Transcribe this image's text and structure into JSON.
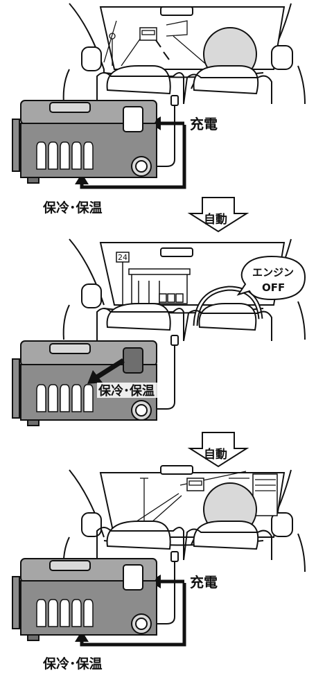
{
  "panels": [
    {
      "arrow_label": "充電",
      "cooler_label": "保冷･保温"
    },
    {
      "sign_number": "24",
      "bubble_line1": "エンジン",
      "bubble_line2": "OFF",
      "cooler_label": "保冷･保温"
    },
    {
      "arrow_label": "充電",
      "cooler_label": "保冷･保温"
    }
  ],
  "transitions": [
    {
      "label": "自動"
    },
    {
      "label": "自動"
    }
  ],
  "colors": {
    "line": "#111111",
    "cooler_body": "#8c8c8c",
    "cooler_lid": "#a6a6a6",
    "cooler_light": "#d9d9d9",
    "cooler_dark": "#6e6e6e",
    "background": "#ffffff"
  }
}
